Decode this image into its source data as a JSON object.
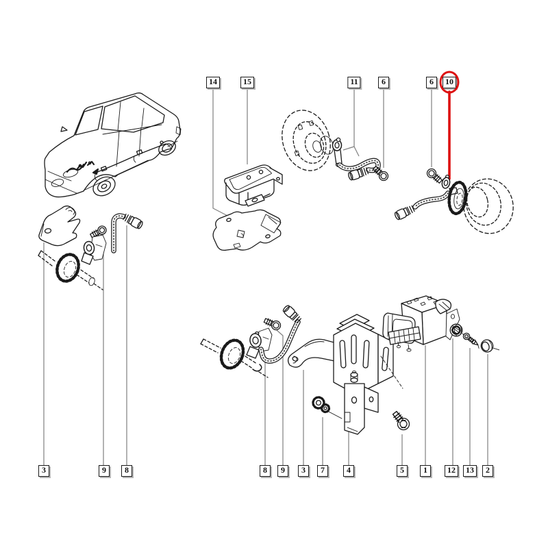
{
  "colors": {
    "ink": "#1a1a1a",
    "leader": "#7f7f7f",
    "highlight": "#dd1111",
    "label_bg": "#ffffff",
    "label_border": "#1a1a1a",
    "label_shadow": "#b5b5b5",
    "background": "#ffffff"
  },
  "highlighted_callout": "10",
  "callouts": [
    {
      "id": "top-14",
      "text": "14"
    },
    {
      "id": "top-15",
      "text": "15"
    },
    {
      "id": "top-11",
      "text": "11"
    },
    {
      "id": "top-6a",
      "text": "6"
    },
    {
      "id": "top-6b",
      "text": "6"
    },
    {
      "id": "top-10",
      "text": "10",
      "highlighted": true
    },
    {
      "id": "left-3",
      "text": "3"
    },
    {
      "id": "left-9",
      "text": "9"
    },
    {
      "id": "left-8",
      "text": "8"
    },
    {
      "id": "mid-8",
      "text": "8"
    },
    {
      "id": "mid-9",
      "text": "9"
    },
    {
      "id": "mid-3",
      "text": "3"
    },
    {
      "id": "mid-7",
      "text": "7"
    },
    {
      "id": "mid-4",
      "text": "4"
    },
    {
      "id": "mid-5",
      "text": "5"
    },
    {
      "id": "mid-1",
      "text": "1"
    },
    {
      "id": "mid-12",
      "text": "12"
    },
    {
      "id": "mid-13",
      "text": "13"
    },
    {
      "id": "mid-2",
      "text": "2"
    }
  ],
  "parts": [
    {
      "callout": "1",
      "name": "abs-hydraulic-unit"
    },
    {
      "callout": "2",
      "name": "blanking-cap"
    },
    {
      "callout": "3",
      "name": "sensor-bracket"
    },
    {
      "callout": "4",
      "name": "abs-mounting-bracket"
    },
    {
      "callout": "5",
      "name": "bracket-bolt"
    },
    {
      "callout": "6",
      "name": "sensor-bolt"
    },
    {
      "callout": "7",
      "name": "fixing-clip"
    },
    {
      "callout": "8",
      "name": "wheel-speed-sensor-cable"
    },
    {
      "callout": "9",
      "name": "sensor-bolt"
    },
    {
      "callout": "10",
      "name": "rear-wheel-speed-sensor",
      "highlighted": true
    },
    {
      "callout": "11",
      "name": "front-wheel-speed-sensor"
    },
    {
      "callout": "12",
      "name": "knurled-cap"
    },
    {
      "callout": "13",
      "name": "screw"
    },
    {
      "callout": "14",
      "name": "module-bracket"
    },
    {
      "callout": "15",
      "name": "control-module"
    }
  ]
}
